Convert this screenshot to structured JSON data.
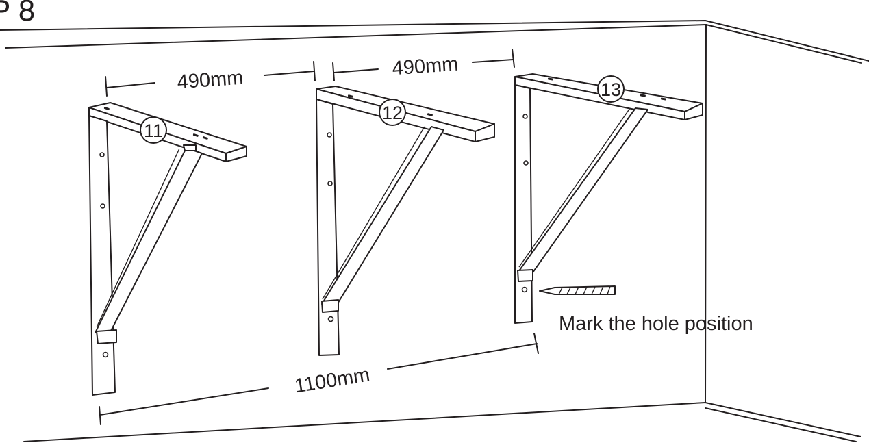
{
  "diagram": {
    "step_label": "P 8",
    "brackets": [
      {
        "id": "11",
        "label": "11"
      },
      {
        "id": "12",
        "label": "12"
      },
      {
        "id": "13",
        "label": "13"
      }
    ],
    "dimensions": {
      "spacing_1": "490mm",
      "spacing_2": "490mm",
      "overall": "1100mm"
    },
    "instruction": "Mark the hole position",
    "colors": {
      "line": "#231f20",
      "background": "#ffffff"
    }
  }
}
